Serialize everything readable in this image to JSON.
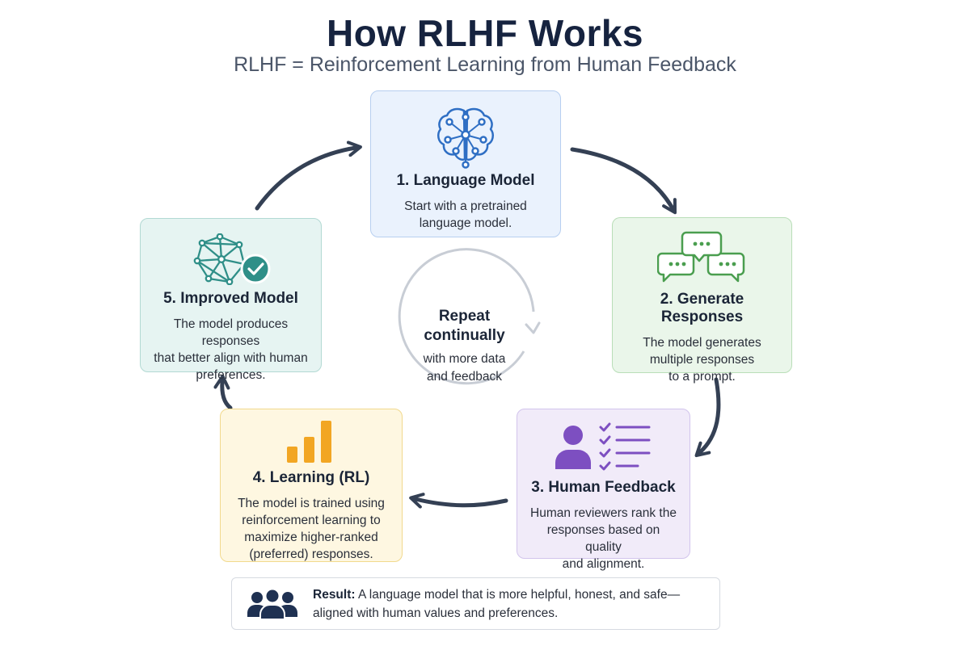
{
  "header": {
    "title": "How RLHF Works",
    "subtitle": "RLHF = Reinforcement Learning from Human Feedback"
  },
  "steps": [
    {
      "title": "1. Language Model",
      "desc": [
        "Start with a pretrained",
        "language model."
      ],
      "icon": "brain-network-icon"
    },
    {
      "title": "2. Generate Responses",
      "desc": [
        "The model generates",
        "multiple responses",
        "to a prompt."
      ],
      "icon": "chat-bubbles-icon"
    },
    {
      "title": "3. Human Feedback",
      "desc": [
        "Human reviewers rank the",
        "responses based on quality",
        "and alignment."
      ],
      "icon": "reviewer-checklist-icon"
    },
    {
      "title": "4. Learning (RL)",
      "desc": [
        "The model is trained using",
        "reinforcement learning to",
        "maximize higher-ranked",
        "(preferred) responses."
      ],
      "icon": "bar-chart-icon"
    },
    {
      "title": "5. Improved Model",
      "desc": [
        "The model produces responses",
        "that better align with human",
        "preferences."
      ],
      "icon": "network-check-icon"
    }
  ],
  "center": {
    "line1": "Repeat",
    "line2": "continually",
    "line3": "with more data",
    "line4": "and feedback"
  },
  "result": {
    "label": "Result:",
    "line1": "A language model that is more helpful, honest, and safe—",
    "line2": "aligned with human values and preferences.",
    "icon": "people-group-icon"
  },
  "colors": {
    "blue": "#2f6fc4",
    "green": "#4a9e4f",
    "purple": "#7d4fc1",
    "amber": "#f2a623",
    "teal": "#2f8f88",
    "arrow": "#344054"
  }
}
